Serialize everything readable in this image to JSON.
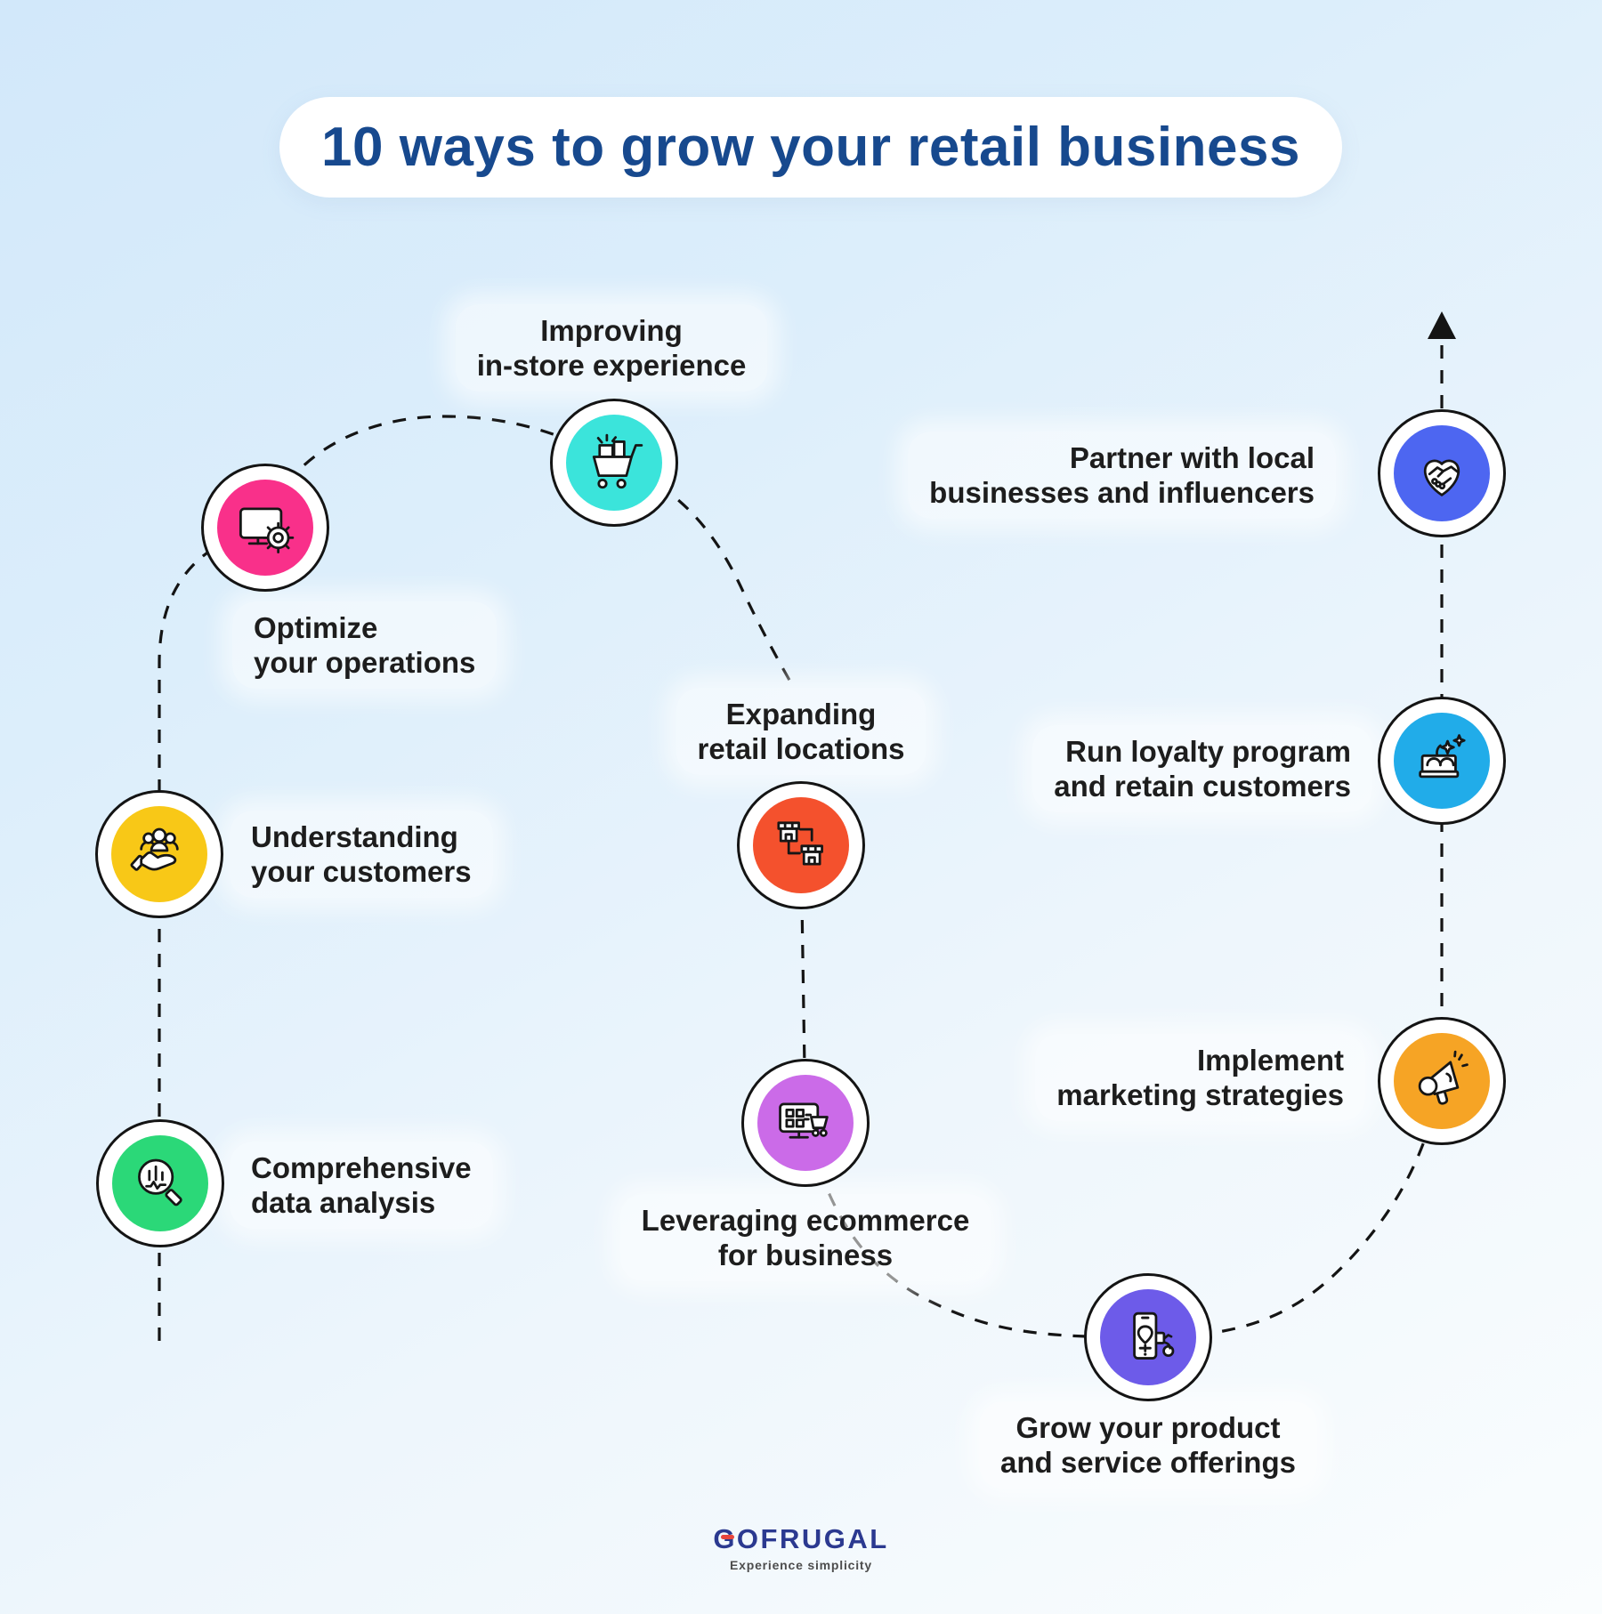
{
  "title": {
    "text": "10 ways to grow your retail business",
    "color": "#17498E"
  },
  "nodes": [
    {
      "name": "optimize-operations",
      "lines": [
        "Optimize",
        "your operations"
      ],
      "color": "#F9308A",
      "icon": "monitor-gear-icon"
    },
    {
      "name": "improving-in-store-experience",
      "lines": [
        "Improving",
        "in-store experience"
      ],
      "color": "#3BE4DB",
      "icon": "shopping-cart-icon"
    },
    {
      "name": "understanding-customers",
      "lines": [
        "Understanding",
        "your customers"
      ],
      "color": "#F8C817",
      "icon": "hand-people-icon"
    },
    {
      "name": "comprehensive-data-analysis",
      "lines": [
        "Comprehensive",
        "data analysis"
      ],
      "color": "#2BD878",
      "icon": "magnifier-chart-icon"
    },
    {
      "name": "expanding-retail-locations",
      "lines": [
        "Expanding",
        "retail locations"
      ],
      "color": "#F4512D",
      "icon": "stores-network-icon"
    },
    {
      "name": "leveraging-ecommerce",
      "lines": [
        "Leveraging ecommerce",
        "for business"
      ],
      "color": "#CB6BE8",
      "icon": "monitor-cart-icon"
    },
    {
      "name": "grow-product-offerings",
      "lines": [
        "Grow your product",
        "and service offerings"
      ],
      "color": "#6D5BE9",
      "icon": "phone-delivery-icon"
    },
    {
      "name": "implement-marketing",
      "lines": [
        "Implement",
        "marketing strategies"
      ],
      "color": "#F6A425",
      "icon": "megaphone-icon"
    },
    {
      "name": "run-loyalty-program",
      "lines": [
        "Run loyalty program",
        "and retain customers"
      ],
      "color": "#21ACE9",
      "icon": "gift-stars-icon"
    },
    {
      "name": "partner-local-businesses",
      "lines": [
        "Partner with local",
        "businesses and influencers"
      ],
      "color": "#4D66F1",
      "icon": "handshake-heart-icon"
    }
  ],
  "footer": {
    "logo_text": "GOFRUGAL",
    "tagline": "Experience simplicity",
    "logo_color": "#2B3990",
    "accent_color": "#E8453C"
  }
}
